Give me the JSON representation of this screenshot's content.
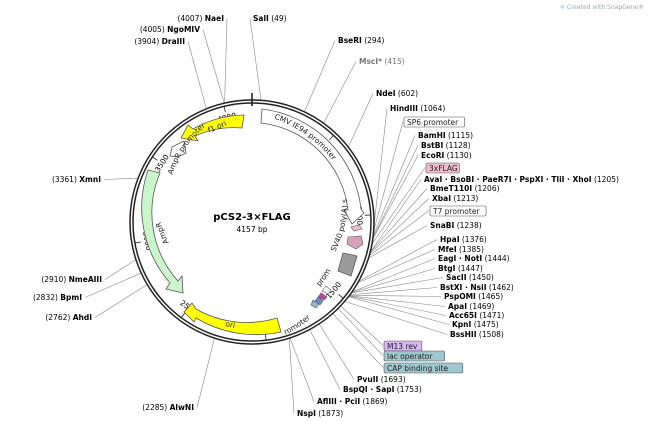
{
  "credit": {
    "icon": "snapgene-logo-icon",
    "text": "Created with SnapGene®"
  },
  "plasmid": {
    "name": "pCS2-3×FLAG",
    "size_label": "4157 bp",
    "length": 4157
  },
  "ticks": [
    "500",
    "1000",
    "1500",
    "2000",
    "2500",
    "3000",
    "3500",
    "4000"
  ],
  "features": [
    {
      "name": "CMV IE94 promoter",
      "fill": "#ffffff",
      "stroke": "#555555",
      "kind": "arrow"
    },
    {
      "name": "SV40 poly(A) signal",
      "fill": "#9b9b9b",
      "stroke": "#555555",
      "kind": "arrow"
    },
    {
      "name": "T3 promoter",
      "fill": "#ffffff",
      "stroke": "#555555",
      "kind": "arrow"
    },
    {
      "name": "lac promoter",
      "fill": "#ffffff",
      "stroke": "#555555",
      "kind": "arrow"
    },
    {
      "name": "ori",
      "fill": "#ffff00",
      "stroke": "#555555",
      "kind": "arrow"
    },
    {
      "name": "AmpR",
      "fill": "#cbf6cb",
      "stroke": "#555555",
      "kind": "arrow"
    },
    {
      "name": "AmpR promoter",
      "fill": "#ffffff",
      "stroke": "#555555",
      "kind": "arrow"
    },
    {
      "name": "f1 ori",
      "fill": "#ffff00",
      "stroke": "#555555",
      "kind": "arrow"
    }
  ],
  "right_labels": [
    {
      "name": "SalI",
      "pos": "(49)"
    },
    {
      "name": "BseRI",
      "pos": "(294)"
    },
    {
      "name": "MscI*",
      "pos": "(415)",
      "grey": true
    },
    {
      "name": "NdeI",
      "pos": "(602)"
    },
    {
      "name": "HindIII",
      "pos": "(1064)"
    },
    {
      "name": "SP6 promoter",
      "pos": "",
      "boxed": true,
      "box_fill": "#ffffff"
    },
    {
      "name": "BamHI",
      "pos": "(1115)"
    },
    {
      "name": "BstBI",
      "pos": "(1128)"
    },
    {
      "name": "EcoRI",
      "pos": "(1130)"
    },
    {
      "name": "3xFLAG",
      "pos": "",
      "boxed": true,
      "box_fill": "#f0bcd0"
    },
    {
      "name": "AvaI · BsoBI · PaeR7I · PspXI · TliI · XhoI",
      "pos": "(1205)"
    },
    {
      "name": "BmeT110I",
      "pos": "(1206)"
    },
    {
      "name": "XbaI",
      "pos": "(1213)"
    },
    {
      "name": "T7 promoter",
      "pos": "",
      "boxed": true,
      "box_fill": "#ffffff"
    },
    {
      "name": "SnaBI",
      "pos": "(1238)"
    },
    {
      "name": "HpaI",
      "pos": "(1376)"
    },
    {
      "name": "MfeI",
      "pos": "(1385)"
    },
    {
      "name": "EagI · NotI",
      "pos": "(1444)"
    },
    {
      "name": "BtgI",
      "pos": "(1447)"
    },
    {
      "name": "SacII",
      "pos": "(1450)"
    },
    {
      "name": "BstXI · NsiI",
      "pos": "(1462)"
    },
    {
      "name": "PspOMI",
      "pos": "(1465)"
    },
    {
      "name": "ApaI",
      "pos": "(1469)"
    },
    {
      "name": "Acc65I",
      "pos": "(1471)"
    },
    {
      "name": "KpnI",
      "pos": "(1475)"
    },
    {
      "name": "BssHII",
      "pos": "(1508)"
    },
    {
      "name": "M13 rev",
      "pos": "",
      "boxed": true,
      "box_fill": "#d7b4f2"
    },
    {
      "name": "lac operator",
      "pos": "",
      "boxed": true,
      "box_fill": "#9fc7cf"
    },
    {
      "name": "CAP binding site",
      "pos": "",
      "boxed": true,
      "box_fill": "#9fc7cf"
    }
  ],
  "bottom_labels": [
    {
      "name": "PvuII",
      "pos": "(1693)"
    },
    {
      "name": "BspQI · SapI",
      "pos": "(1753)"
    },
    {
      "name": "AflIII · PciI",
      "pos": "(1869)"
    },
    {
      "name": "NspI",
      "pos": "(1873)"
    }
  ],
  "left_labels": [
    {
      "name": "NaeI",
      "pos": "(4007)"
    },
    {
      "name": "NgoMIV",
      "pos": "(4005)"
    },
    {
      "name": "DraIII",
      "pos": "(3904)"
    },
    {
      "name": "XmnI",
      "pos": "(3361)"
    },
    {
      "name": "NmeAIII",
      "pos": "(2910)"
    },
    {
      "name": "BpmI",
      "pos": "(2832)"
    },
    {
      "name": "AhdI",
      "pos": "(2762)"
    },
    {
      "name": "AlwNI",
      "pos": "(2285)"
    }
  ]
}
